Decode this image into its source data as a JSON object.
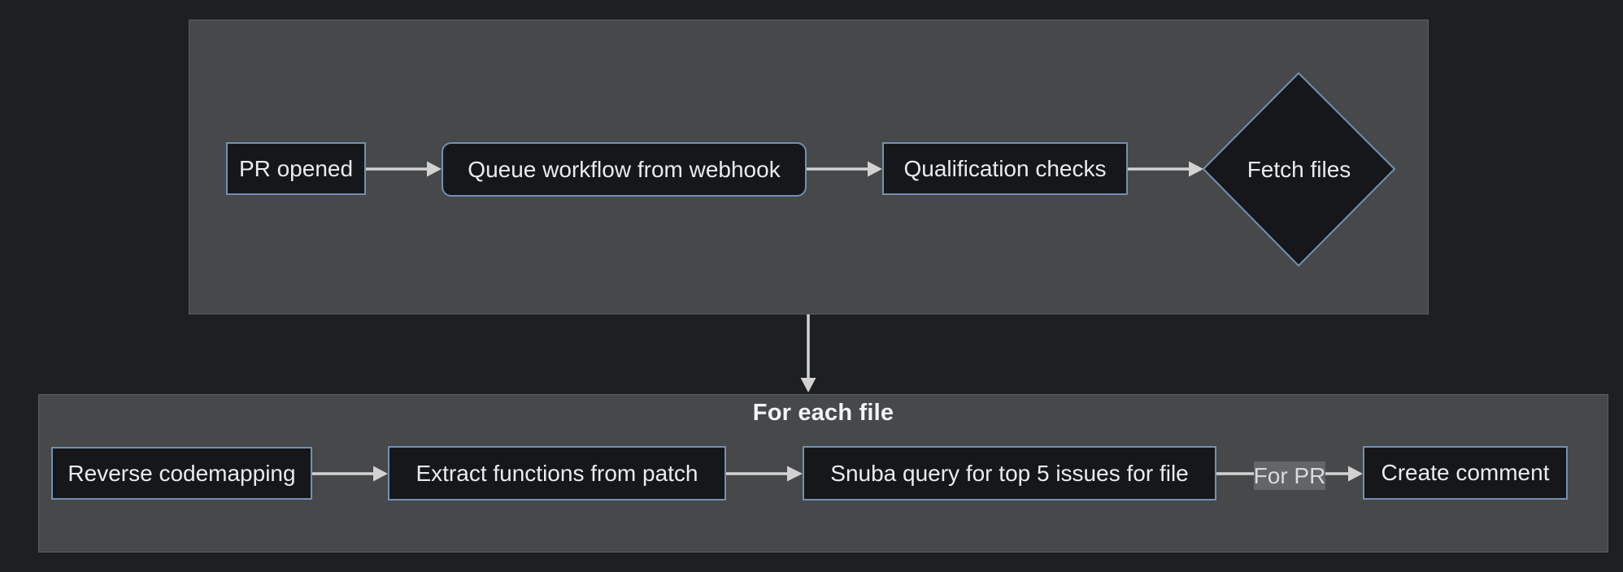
{
  "diagram": {
    "type": "flowchart",
    "direction": "left-to-right",
    "clusters": [
      {
        "id": "top",
        "title": ""
      },
      {
        "id": "for-each-file",
        "title": "For each file"
      }
    ],
    "nodes": [
      {
        "id": "pr-opened",
        "label": "PR opened",
        "shape": "rect",
        "cluster": "top"
      },
      {
        "id": "queue-workflow",
        "label": "Queue workflow from webhook",
        "shape": "rounded",
        "cluster": "top"
      },
      {
        "id": "qualification-checks",
        "label": "Qualification checks",
        "shape": "rect",
        "cluster": "top"
      },
      {
        "id": "fetch-files",
        "label": "Fetch files",
        "shape": "diamond",
        "cluster": "top"
      },
      {
        "id": "reverse-codemapping",
        "label": "Reverse codemapping",
        "shape": "rect",
        "cluster": "for-each-file"
      },
      {
        "id": "extract-functions",
        "label": "Extract functions from patch",
        "shape": "rect",
        "cluster": "for-each-file"
      },
      {
        "id": "snuba-query",
        "label": "Snuba query for top 5 issues for file",
        "shape": "rect",
        "cluster": "for-each-file"
      },
      {
        "id": "create-comment",
        "label": "Create comment",
        "shape": "rect",
        "cluster": "for-each-file"
      }
    ],
    "edges": [
      {
        "from": "pr-opened",
        "to": "queue-workflow",
        "label": ""
      },
      {
        "from": "queue-workflow",
        "to": "qualification-checks",
        "label": ""
      },
      {
        "from": "qualification-checks",
        "to": "fetch-files",
        "label": ""
      },
      {
        "from": "top-cluster",
        "to": "for-each-file-cluster",
        "label": ""
      },
      {
        "from": "reverse-codemapping",
        "to": "extract-functions",
        "label": ""
      },
      {
        "from": "extract-functions",
        "to": "snuba-query",
        "label": ""
      },
      {
        "from": "snuba-query",
        "to": "create-comment",
        "label": "For PR"
      }
    ],
    "colors": {
      "page_background": "#1e1f21",
      "cluster_fill": "#47484a",
      "cluster_border": "#5c5d5f",
      "node_fill": "#16171a",
      "node_border": "#7191b3",
      "node_text": "#e9ebec",
      "arrow": "#d2d2d2",
      "edge_label_background": "#636567",
      "edge_label_text": "#d8dadb",
      "cluster_title_text": "#f2f4f5"
    }
  }
}
